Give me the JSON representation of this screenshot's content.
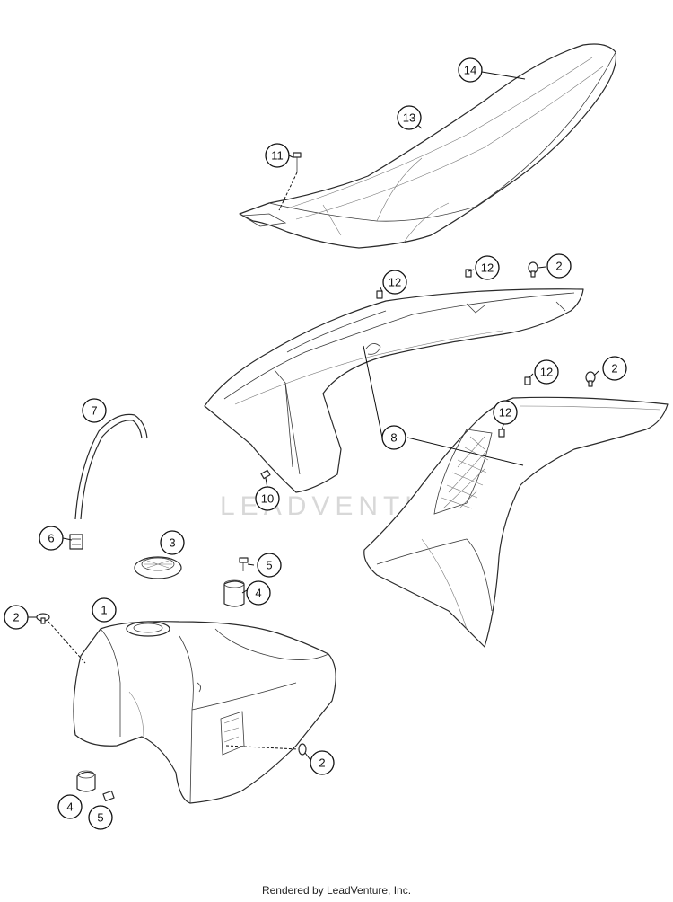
{
  "watermark": "LEADVENTURE",
  "footer": "Rendered by LeadVenture, Inc.",
  "callouts": {
    "c14": "14",
    "c13": "13",
    "c11": "11",
    "c12a": "12",
    "c12b": "12",
    "c2a": "2",
    "c12c": "12",
    "c2b": "2",
    "c12d": "12",
    "c8": "8",
    "c7": "7",
    "c10": "10",
    "c6": "6",
    "c3": "3",
    "c5a": "5",
    "c4a": "4",
    "c2c": "2",
    "c1": "1",
    "c2d": "2",
    "c4b": "4",
    "c5b": "5"
  }
}
